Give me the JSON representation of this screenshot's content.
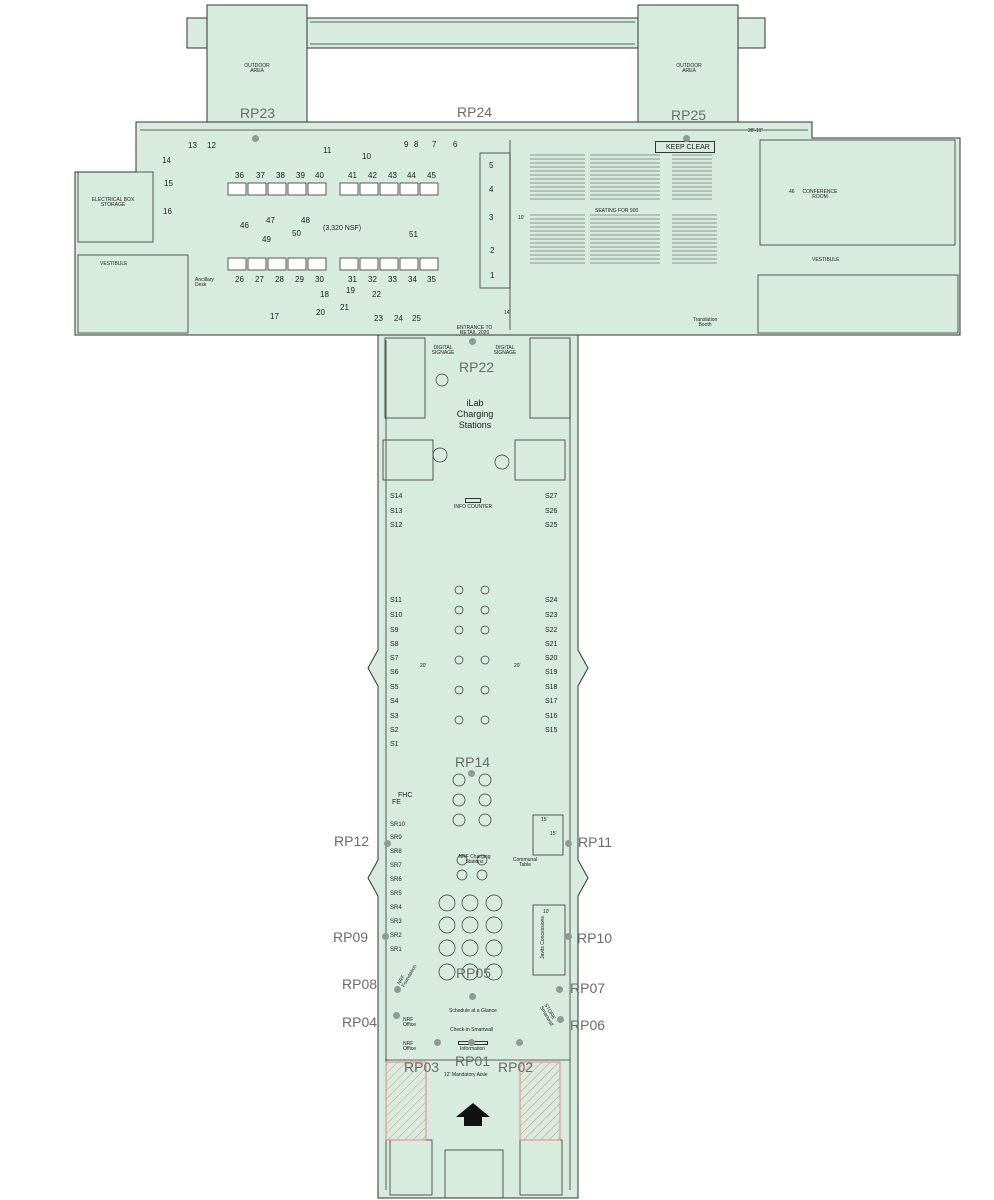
{
  "map": {
    "outdoor_left": "OUTDOOR AREA",
    "outdoor_right": "OUTDOOR AREA",
    "keep_clear": "KEEP CLEAR",
    "dim_28_11": "28'-11\"",
    "electrical_box_storage": "ELECTRICAL BOX STORAGE",
    "vestibule_left": "VESTIBULE",
    "vestibule_right": "VESTIBULE",
    "nsf": "(3,320 NSF)",
    "seating": "SEATING FOR 900",
    "conference_room": "CONFERENCE ROOM",
    "conference_num": "46",
    "translation_booth": "Translation Booth",
    "ancillary_desk": "Ancillary Desk",
    "entrance_retail": "ENTRANCE TO RETAIL 2020",
    "digital_signage_left": "DIGITAL SIGNAGE",
    "digital_signage_right": "DIGITAL SIGNAGE",
    "ilab_charging": "iLab Charging Stations",
    "info_counter": "INFO COUNTER",
    "dim_20_left": "20'",
    "dim_20_right": "20'",
    "dim_14": "14'",
    "dim_10": "10'",
    "fhc": "FHC",
    "fe": "FE",
    "nrf_charging": "NRF Charging Stations",
    "communal_table": "Communal Table",
    "javits_concessions": "Javits Concessions",
    "schedule_glance": "Schedule at a Glance",
    "checkin_smartwall": "Check-in Smartwall",
    "information": "Information",
    "mandatory_aisle": "12' Mandatory Aisle",
    "nrf_office_1": "NRF Office",
    "nrf_office_2": "NRF Office",
    "nrf_foundation": "NRF Foundation",
    "store_smartwall": "STORE Smartwall",
    "dim_15a": "15'",
    "dim_15b": "15'",
    "dim_10b": "10'"
  },
  "reference_points": [
    "RP01",
    "RP02",
    "RP03",
    "RP04",
    "RP05",
    "RP06",
    "RP07",
    "RP08",
    "RP09",
    "RP10",
    "RP11",
    "RP12",
    "RP14",
    "RP22",
    "RP23",
    "RP24",
    "RP25"
  ],
  "booths": {
    "top_row_a": [
      "36",
      "37",
      "38",
      "39",
      "40"
    ],
    "top_row_b": [
      "41",
      "42",
      "43",
      "44",
      "45"
    ],
    "bottom_row_a": [
      "26",
      "27",
      "28",
      "29",
      "30"
    ],
    "bottom_row_b": [
      "31",
      "32",
      "33",
      "34",
      "35"
    ],
    "misc": [
      "1",
      "2",
      "3",
      "4",
      "5",
      "6",
      "7",
      "8",
      "9",
      "10",
      "11",
      "12",
      "13",
      "14",
      "15",
      "16",
      "17",
      "18",
      "19",
      "20",
      "21",
      "22",
      "23",
      "24",
      "25",
      "46",
      "47",
      "48",
      "49",
      "50",
      "51"
    ]
  },
  "stations_left": [
    "S14",
    "S13",
    "S12",
    "S11",
    "S10",
    "S9",
    "S8",
    "S7",
    "S6",
    "S5",
    "S4",
    "S3",
    "S2",
    "S1"
  ],
  "stations_right": [
    "S27",
    "S26",
    "S25",
    "S24",
    "S23",
    "S22",
    "S21",
    "S20",
    "S19",
    "S18",
    "S17",
    "S16",
    "S15"
  ],
  "store_rooms_left": [
    "SR10",
    "SR9",
    "SR8",
    "SR7",
    "SR6",
    "SR5",
    "SR4",
    "SR3",
    "SR2",
    "SR1"
  ],
  "colors": {
    "floor": "#d7ebdf",
    "wall": "#333333",
    "rp_label": "#6b6b6b",
    "rp_dot": "#8e9b94",
    "hatch": "#e08a8a"
  }
}
